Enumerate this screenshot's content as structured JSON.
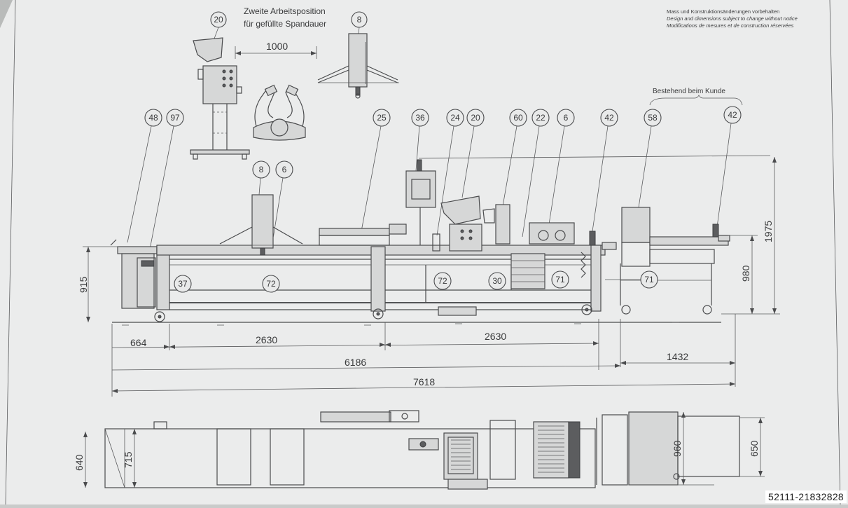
{
  "top_caption": {
    "line1": "Zweite Arbeitsposition",
    "line2": "für gefüllte Spandauer"
  },
  "notice": [
    "Mass und Konstruktionsänderungen vorbehalten",
    "Design and dimensions subject to change without notice",
    "Modifications de mesures et de construction réservées"
  ],
  "customer_label": "Bestehend beim Kunde",
  "balloons": {
    "top_20": "20",
    "top_8": "8",
    "b48": "48",
    "b97": "97",
    "b25": "25",
    "b36": "36",
    "b24": "24",
    "b20": "20",
    "b60": "60",
    "b22": "22",
    "b6": "6",
    "b42a": "42",
    "b58": "58",
    "b42b": "42",
    "b8m": "8",
    "b6m": "6",
    "b37": "37",
    "b72a": "72",
    "b72b": "72",
    "b30": "30",
    "b71a": "71",
    "b71b": "71"
  },
  "dimensions": {
    "d1000": "1000",
    "d915": "915",
    "d1975": "1975",
    "d980": "980",
    "d664": "664",
    "d2630a": "2630",
    "d2630b": "2630",
    "d1432": "1432",
    "d6186": "6186",
    "d7618": "7618",
    "d640": "640",
    "d715": "715",
    "d960": "960",
    "d650": "650"
  },
  "watermark": "52111-21832828"
}
